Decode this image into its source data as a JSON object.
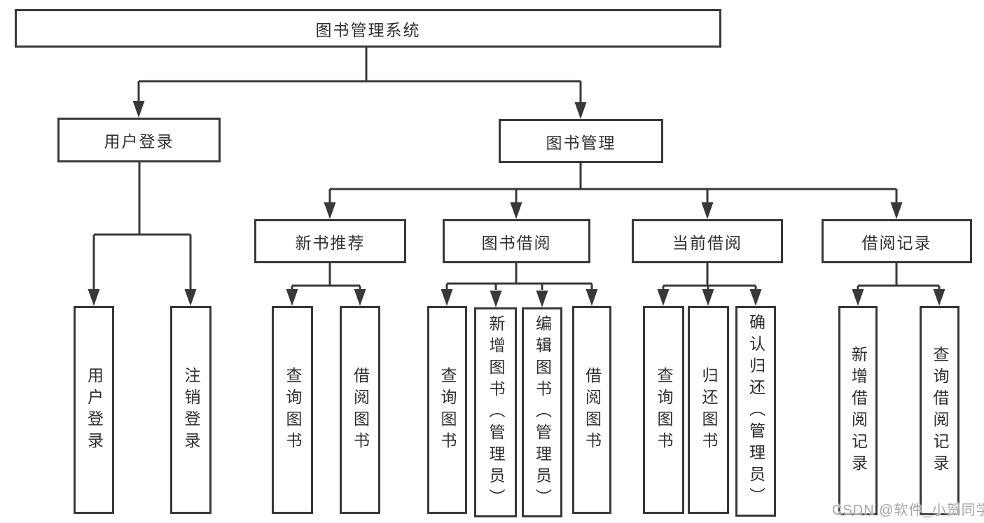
{
  "tree": {
    "label": "图书管理系统",
    "children": [
      {
        "label": "用户登录",
        "children": [
          {
            "label": "用户登录"
          },
          {
            "label": "注销登录"
          }
        ]
      },
      {
        "label": "图书管理",
        "children": [
          {
            "label": "新书推荐",
            "children": [
              {
                "label": "查询图书"
              },
              {
                "label": "借阅图书"
              }
            ]
          },
          {
            "label": "图书借阅",
            "children": [
              {
                "label": "查询图书"
              },
              {
                "label": "新增图书（管理员）"
              },
              {
                "label": "编辑图书（管理员）"
              },
              {
                "label": "借阅图书"
              }
            ]
          },
          {
            "label": "当前借阅",
            "children": [
              {
                "label": "查询图书"
              },
              {
                "label": "归还图书"
              },
              {
                "label": "确认归还（管理员）"
              }
            ]
          },
          {
            "label": "借阅记录",
            "children": [
              {
                "label": "新增借阅记录"
              },
              {
                "label": "查询借阅记录"
              }
            ]
          }
        ]
      }
    ]
  },
  "watermark": "CSDN @软件_小贺同学",
  "colors": {
    "line": "#383838",
    "text": "#2f2f2f",
    "background": "#ffffff",
    "watermark": "#a6a6a6"
  }
}
